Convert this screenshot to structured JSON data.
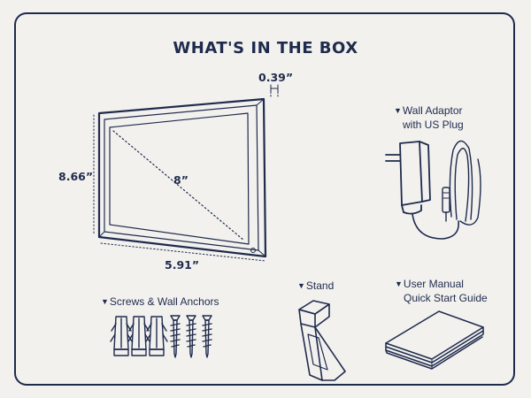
{
  "title": "WHAT'S IN THE BOX",
  "dimensions": {
    "depth": "0.39”",
    "height": "8.66”",
    "diagonal": "8”",
    "width": "5.91”"
  },
  "items": {
    "adaptor": {
      "marker": "▼",
      "line1": "Wall Adaptor",
      "line2": "with US Plug"
    },
    "screws": {
      "marker": "▼",
      "label": "Screws & Wall Anchors"
    },
    "stand": {
      "marker": "▼",
      "label": "Stand"
    },
    "manual": {
      "marker": "▼",
      "line1": "User Manual",
      "line2": "Quick Start Guide"
    }
  },
  "colors": {
    "ink": "#1f2b4d",
    "background": "#f2f1ee"
  }
}
